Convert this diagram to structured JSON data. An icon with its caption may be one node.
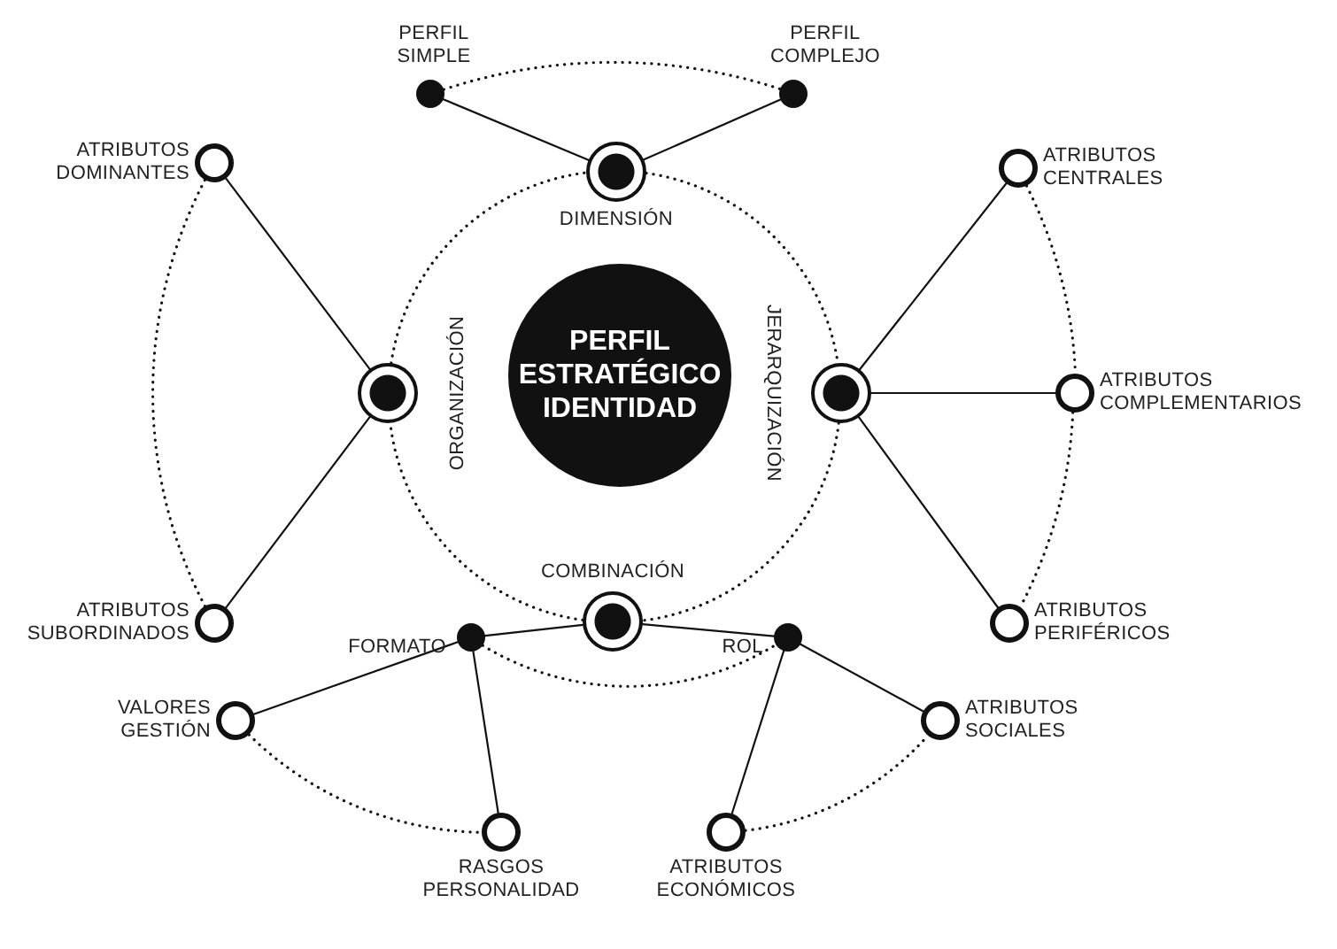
{
  "diagram": {
    "nodes": [
      {
        "text": [
          "PERFIL SIMPLE"
        ]
      },
      {
        "text": [
          "PERFIL COMPLEJO"
        ]
      },
      {
        "text": [
          "ATRIBUTOS DOMINANTES"
        ]
      },
      {
        "text": [
          "DIMENSIÓN"
        ]
      },
      {
        "text": [
          "ATRIBUTOS CENTRALES"
        ]
      },
      {
        "text": [
          "PERFIL ESTRATÉGICO IDENTIDAD"
        ]
      },
      {
        "text": [
          "ORGANIZACIÓN"
        ]
      },
      {
        "text": [
          "JERARQUIZACIÓN"
        ]
      },
      {
        "text": [
          "ATRIBUTOS COMPLEMENTARIOS"
        ]
      },
      {
        "text": [
          "COMBINACIÓN"
        ]
      },
      {
        "text": [
          "ATRIBUTOS SUBORDINADOS"
        ]
      },
      {
        "text": [
          "ATRIBUTOS PERIFÉRICOS"
        ]
      },
      {
        "text": [
          "FORMATO"
        ]
      },
      {
        "text": [
          "ROL"
        ]
      },
      {
        "text": [
          "VALORES GESTIÓN"
        ]
      },
      {
        "text": [
          "ATRIBUTOS SOCIALES"
        ]
      },
      {
        "text": [
          "RASGOS PERSONALIDAD"
        ]
      },
      {
        "text": [
          "ATRIBUTOS ECONÓMICOS"
        ]
      }
    ],
    "edges": [
      {
        "from": 0,
        "to": 3,
        "arrow": "none"
      },
      {
        "from": 1,
        "to": 3,
        "arrow": "none"
      },
      {
        "from": 0,
        "to": 1,
        "arrow": "none",
        "style": "dashed"
      },
      {
        "from": 2,
        "to": 6,
        "arrow": "none"
      },
      {
        "from": 10,
        "to": 6,
        "arrow": "none"
      },
      {
        "from": 2,
        "to": 10,
        "arrow": "none",
        "style": "dashed"
      },
      {
        "from": 7,
        "to": 4,
        "arrow": "none"
      },
      {
        "from": 7,
        "to": 8,
        "arrow": "none"
      },
      {
        "from": 7,
        "to": 11,
        "arrow": "none"
      },
      {
        "from": 4,
        "to": 8,
        "arrow": "none",
        "style": "dashed"
      },
      {
        "from": 8,
        "to": 11,
        "arrow": "none",
        "style": "dashed"
      },
      {
        "from": 3,
        "to": 7,
        "arrow": "none",
        "style": "dashed"
      },
      {
        "from": 7,
        "to": 9,
        "arrow": "none",
        "style": "dashed"
      },
      {
        "from": 9,
        "to": 6,
        "arrow": "none",
        "style": "dashed"
      },
      {
        "from": 6,
        "to": 3,
        "arrow": "none",
        "style": "dashed"
      },
      {
        "from": 9,
        "to": 12,
        "arrow": "none"
      },
      {
        "from": 9,
        "to": 13,
        "arrow": "none"
      },
      {
        "from": 12,
        "to": 13,
        "arrow": "none",
        "style": "dashed"
      },
      {
        "from": 12,
        "to": 14,
        "arrow": "none"
      },
      {
        "from": 12,
        "to": 16,
        "arrow": "none"
      },
      {
        "from": 14,
        "to": 16,
        "arrow": "none",
        "style": "dashed"
      },
      {
        "from": 13,
        "to": 15,
        "arrow": "none"
      },
      {
        "from": 13,
        "to": 17,
        "arrow": "none"
      },
      {
        "from": 17,
        "to": 15,
        "arrow": "none",
        "style": "dashed"
      }
    ]
  }
}
